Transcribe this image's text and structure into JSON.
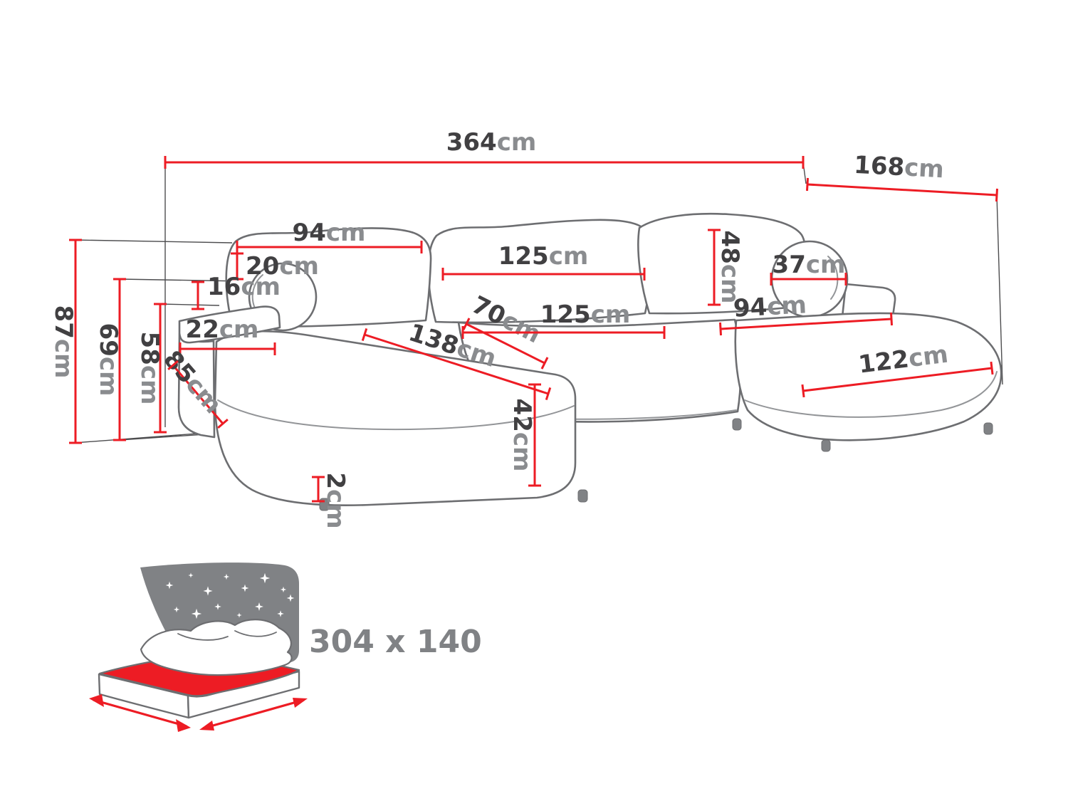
{
  "colors": {
    "dimension_red": "#ed1c24",
    "outline_gray": "#6d6e71",
    "value_dark": "#414042",
    "unit_gray": "#8a8c8f",
    "icon_gray": "#808285"
  },
  "dims": {
    "total_width": {
      "value": "364",
      "unit": "cm"
    },
    "total_depth": {
      "value": "168",
      "unit": "cm"
    },
    "overall_height": {
      "value": "87",
      "unit": "cm"
    },
    "backrest_height": {
      "value": "69",
      "unit": "cm"
    },
    "armrest_height": {
      "value": "58",
      "unit": "cm"
    },
    "left_back_cushion_width": {
      "value": "94",
      "unit": "cm"
    },
    "back_cushion_upper": {
      "value": "20",
      "unit": "cm"
    },
    "back_cushion_lower": {
      "value": "16",
      "unit": "cm"
    },
    "center_back_cushion_width": {
      "value": "125",
      "unit": "cm"
    },
    "right_back_cushion_height": {
      "value": "48",
      "unit": "cm"
    },
    "bolster_pillow_diameter": {
      "value": "37",
      "unit": "cm"
    },
    "armrest_width": {
      "value": "22",
      "unit": "cm"
    },
    "front_edge_depth": {
      "value": "85",
      "unit": "cm"
    },
    "left_chaise_length": {
      "value": "138",
      "unit": "cm"
    },
    "seat_depth": {
      "value": "70",
      "unit": "cm"
    },
    "center_seat_width": {
      "value": "125",
      "unit": "cm"
    },
    "right_seat_width": {
      "value": "94",
      "unit": "cm"
    },
    "right_chaise_length": {
      "value": "122",
      "unit": "cm"
    },
    "seat_height": {
      "value": "42",
      "unit": "cm"
    },
    "leg_height": {
      "value": "2",
      "unit": "cm"
    }
  },
  "sleeping_area": {
    "label": "304 x 140"
  }
}
